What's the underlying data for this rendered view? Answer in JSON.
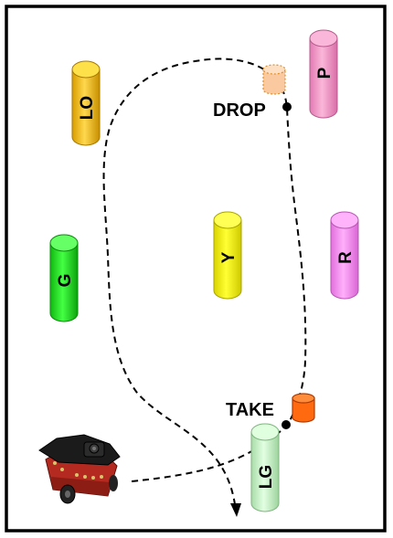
{
  "cylinders": [
    {
      "id": "lo",
      "label": "LO",
      "color": "#f7c518",
      "top_color": "#fde04a"
    },
    {
      "id": "p",
      "label": "P",
      "color": "#f49ac9",
      "top_color": "#fbb7d9"
    },
    {
      "id": "g",
      "label": "G",
      "color": "#22dd22",
      "top_color": "#66ff66"
    },
    {
      "id": "y",
      "label": "Y",
      "color": "#f1ee00",
      "top_color": "#ffff55"
    },
    {
      "id": "r",
      "label": "R",
      "color": "#f58cf0",
      "top_color": "#ffb3fb"
    },
    {
      "id": "lg",
      "label": "LG",
      "color": "#c4f0c4",
      "top_color": "#dfffdf"
    }
  ],
  "points": {
    "drop": {
      "label": "DROP"
    },
    "take": {
      "label": "TAKE"
    }
  },
  "objects": {
    "dropped_object": {
      "color": "#fbc9a0",
      "border": "#e0902a"
    },
    "taken_object": {
      "color": "#ff6a10",
      "border": "#b03a00"
    }
  },
  "icons": {
    "robot": "robot-icon",
    "arrow": "arrowhead"
  }
}
